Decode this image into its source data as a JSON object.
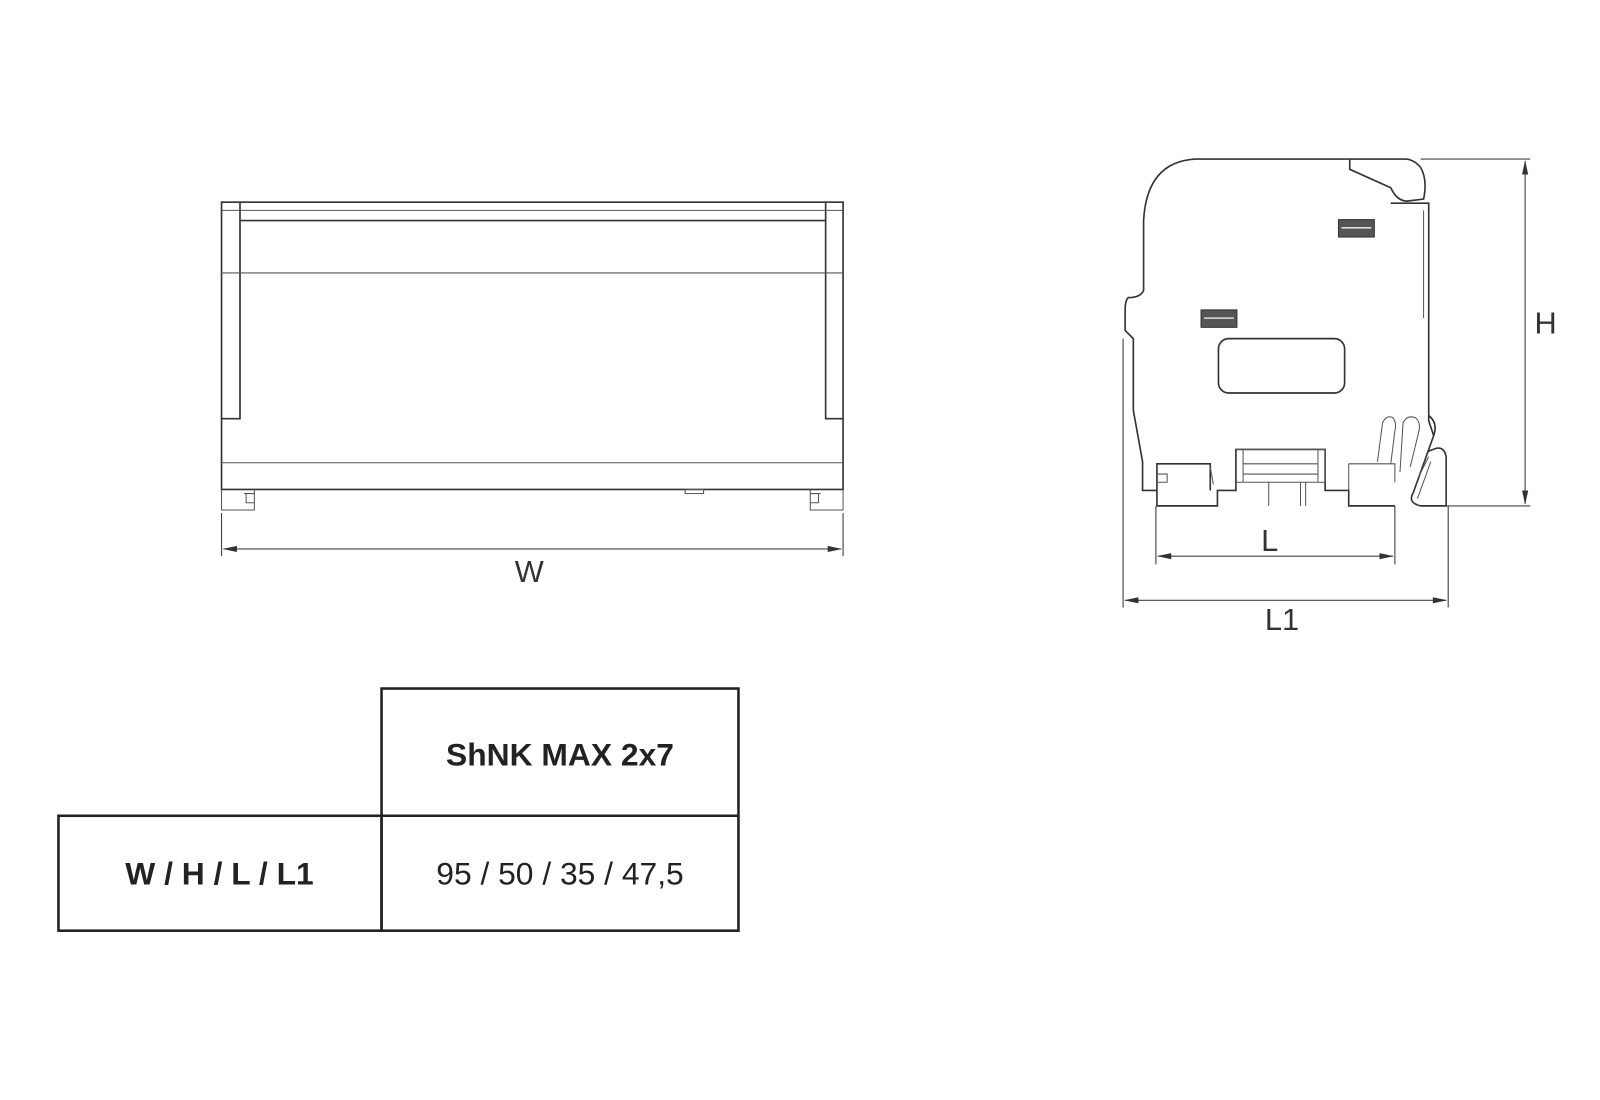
{
  "dimensions": {
    "width_label": "W",
    "height_label": "H",
    "length_label": "L",
    "length1_label": "L1"
  },
  "table": {
    "model": "ShNK MAX 2x7",
    "row_header": "W / H / L / L1",
    "row_value": "95 / 50 / 35 / 47,5"
  }
}
